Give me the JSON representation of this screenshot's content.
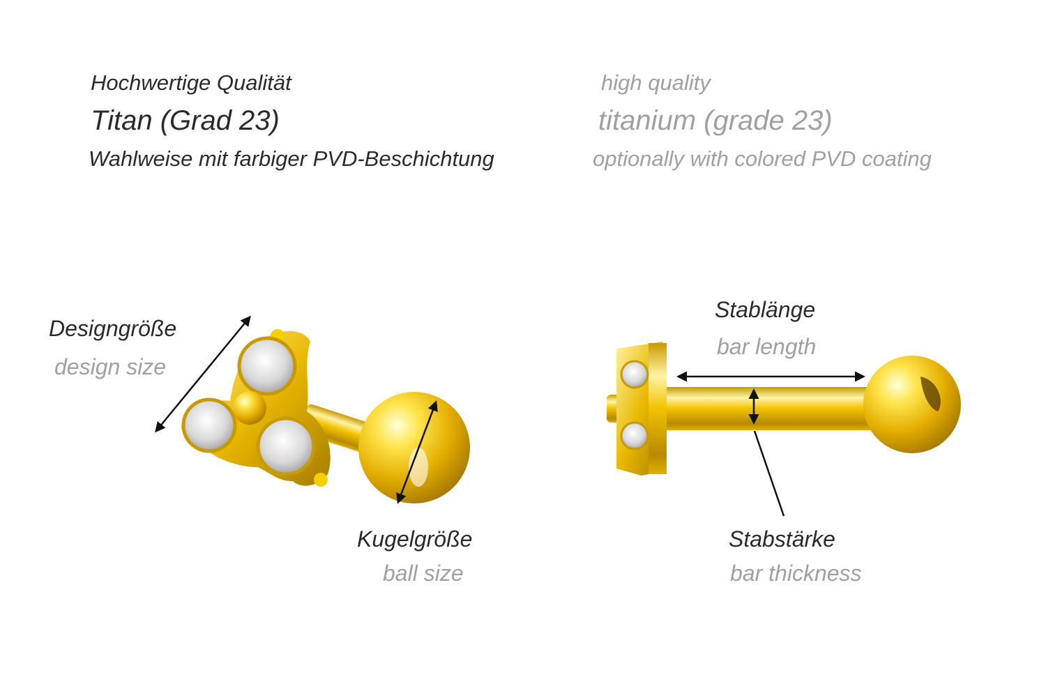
{
  "header": {
    "de_quality": "Hochwertige Qualität",
    "en_quality": "high quality",
    "de_material": "Titan (Grad 23)",
    "en_material": "titanium (grade 23)",
    "de_coating": "Wahlweise mit farbiger PVD-Beschichtung",
    "en_coating": "optionally with colored PVD coating"
  },
  "labels": {
    "design_size_de": "Designgröße",
    "design_size_en": "design size",
    "ball_size_de": "Kugelgröße",
    "ball_size_en": "ball size",
    "bar_length_de": "Stablänge",
    "bar_length_en": "bar length",
    "bar_thickness_de": "Stabstärke",
    "bar_thickness_en": "bar thickness"
  },
  "colors": {
    "gold_light": "#fff3a0",
    "gold_mid": "#f2c200",
    "gold_dark": "#b88a00",
    "crystal": "#e8e8e8",
    "text_de": "#2a2a2a",
    "text_en": "#a0a0a0"
  }
}
